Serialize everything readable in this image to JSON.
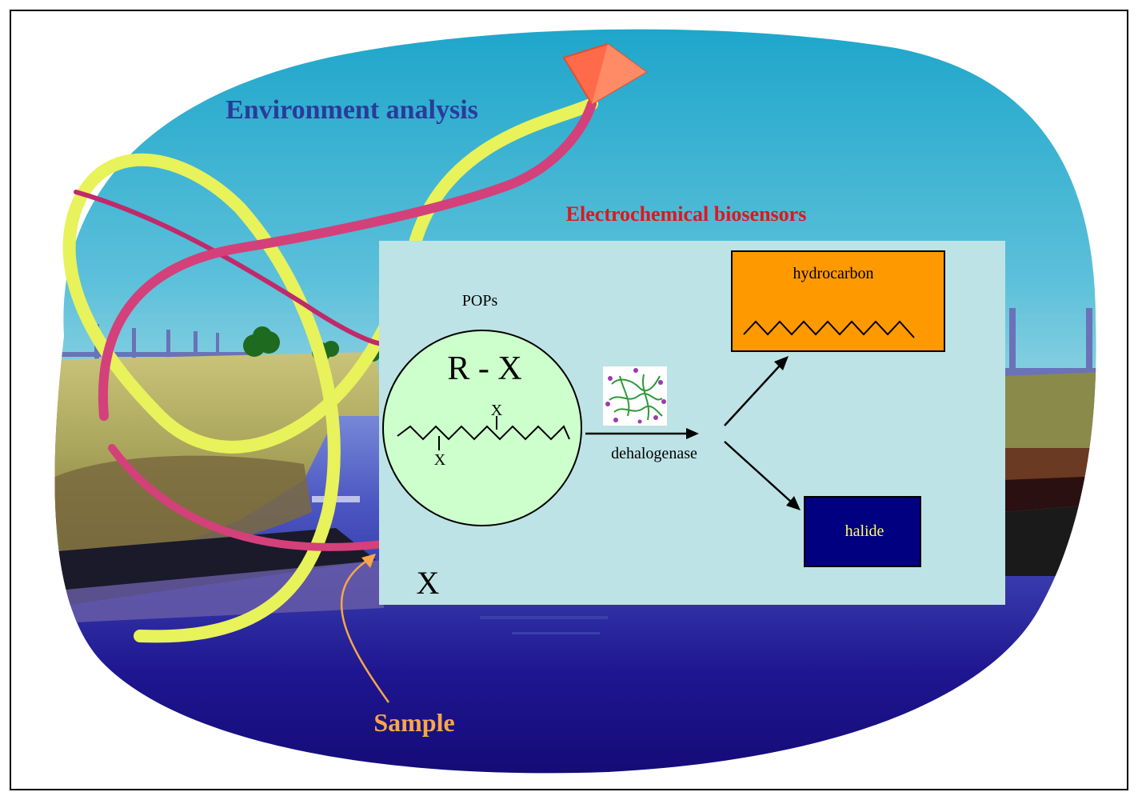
{
  "title": "Environment analysis",
  "subtitle": "Electrochemical biosensors",
  "sample_label": "Sample",
  "diagram": {
    "pops_label": "POPs",
    "formula": "R - X",
    "substituent_top": "X",
    "substituent_bottom": "X",
    "enzyme_label": "dehalogenase",
    "product_1": "hydrocarbon",
    "product_2": "halide",
    "free_halogen": "X"
  },
  "colors": {
    "title": "#2b3a9a",
    "subtitle": "#e0161e",
    "sample": "#f7a64a",
    "panel": "#bde3e6",
    "pops_circle": "#ccffcc",
    "hydrocarbon_box": "#ff9900",
    "halide_box": "#000080",
    "halide_text": "#ffff66",
    "sky_top": "#1fa6cc",
    "sky_bottom": "#d8eef2",
    "water_deep": "#140a78",
    "ribbon_yellow": "#e8f25a",
    "ribbon_pink": "#d4407a",
    "kite": "#ff6a4a"
  },
  "icons": [
    "kite-icon",
    "protein-structure-icon",
    "tree-icon",
    "fence-post-icon"
  ]
}
